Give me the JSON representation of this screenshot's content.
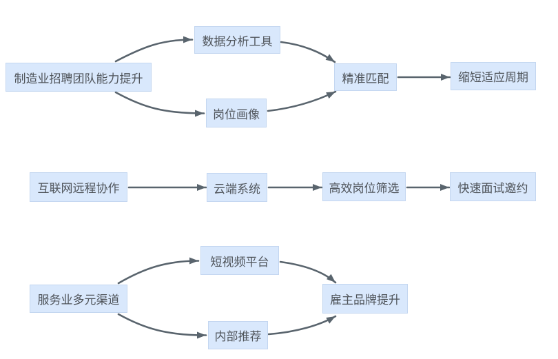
{
  "diagram": {
    "type": "flowchart",
    "colors": {
      "node_fill": "#d9e8fc",
      "node_border": "#c3d6f0",
      "node_text": "#4f545a",
      "arrow_color": "#59646d",
      "canvas_bg": "#ffffff"
    },
    "groups": [
      {
        "name": "manufacturing-recruiting-flow",
        "nodes": {
          "source": "制造业招聘团队能力提升",
          "branch_top": "数据分析工具",
          "branch_bottom": "岗位画像",
          "merge": "精准匹配",
          "result": "缩短适应周期"
        },
        "edges": [
          {
            "from": "制造业招聘团队能力提升",
            "to": "数据分析工具"
          },
          {
            "from": "制造业招聘团队能力提升",
            "to": "岗位画像"
          },
          {
            "from": "数据分析工具",
            "to": "精准匹配"
          },
          {
            "from": "岗位画像",
            "to": "精准匹配"
          },
          {
            "from": "精准匹配",
            "to": "缩短适应周期"
          }
        ]
      },
      {
        "name": "internet-remote-flow",
        "nodes": {
          "step1": "互联网远程协作",
          "step2": "云端系统",
          "step3": "高效岗位筛选",
          "step4": "快速面试邀约"
        },
        "edges": [
          {
            "from": "互联网远程协作",
            "to": "云端系统"
          },
          {
            "from": "云端系统",
            "to": "高效岗位筛选"
          },
          {
            "from": "高效岗位筛选",
            "to": "快速面试邀约"
          }
        ]
      },
      {
        "name": "service-industry-flow",
        "nodes": {
          "source": "服务业多元渠道",
          "branch_top": "短视频平台",
          "branch_bottom": "内部推荐",
          "result": "雇主品牌提升"
        },
        "edges": [
          {
            "from": "服务业多元渠道",
            "to": "短视频平台"
          },
          {
            "from": "服务业多元渠道",
            "to": "内部推荐"
          },
          {
            "from": "短视频平台",
            "to": "雇主品牌提升"
          },
          {
            "from": "内部推荐",
            "to": "雇主品牌提升"
          }
        ]
      }
    ]
  }
}
